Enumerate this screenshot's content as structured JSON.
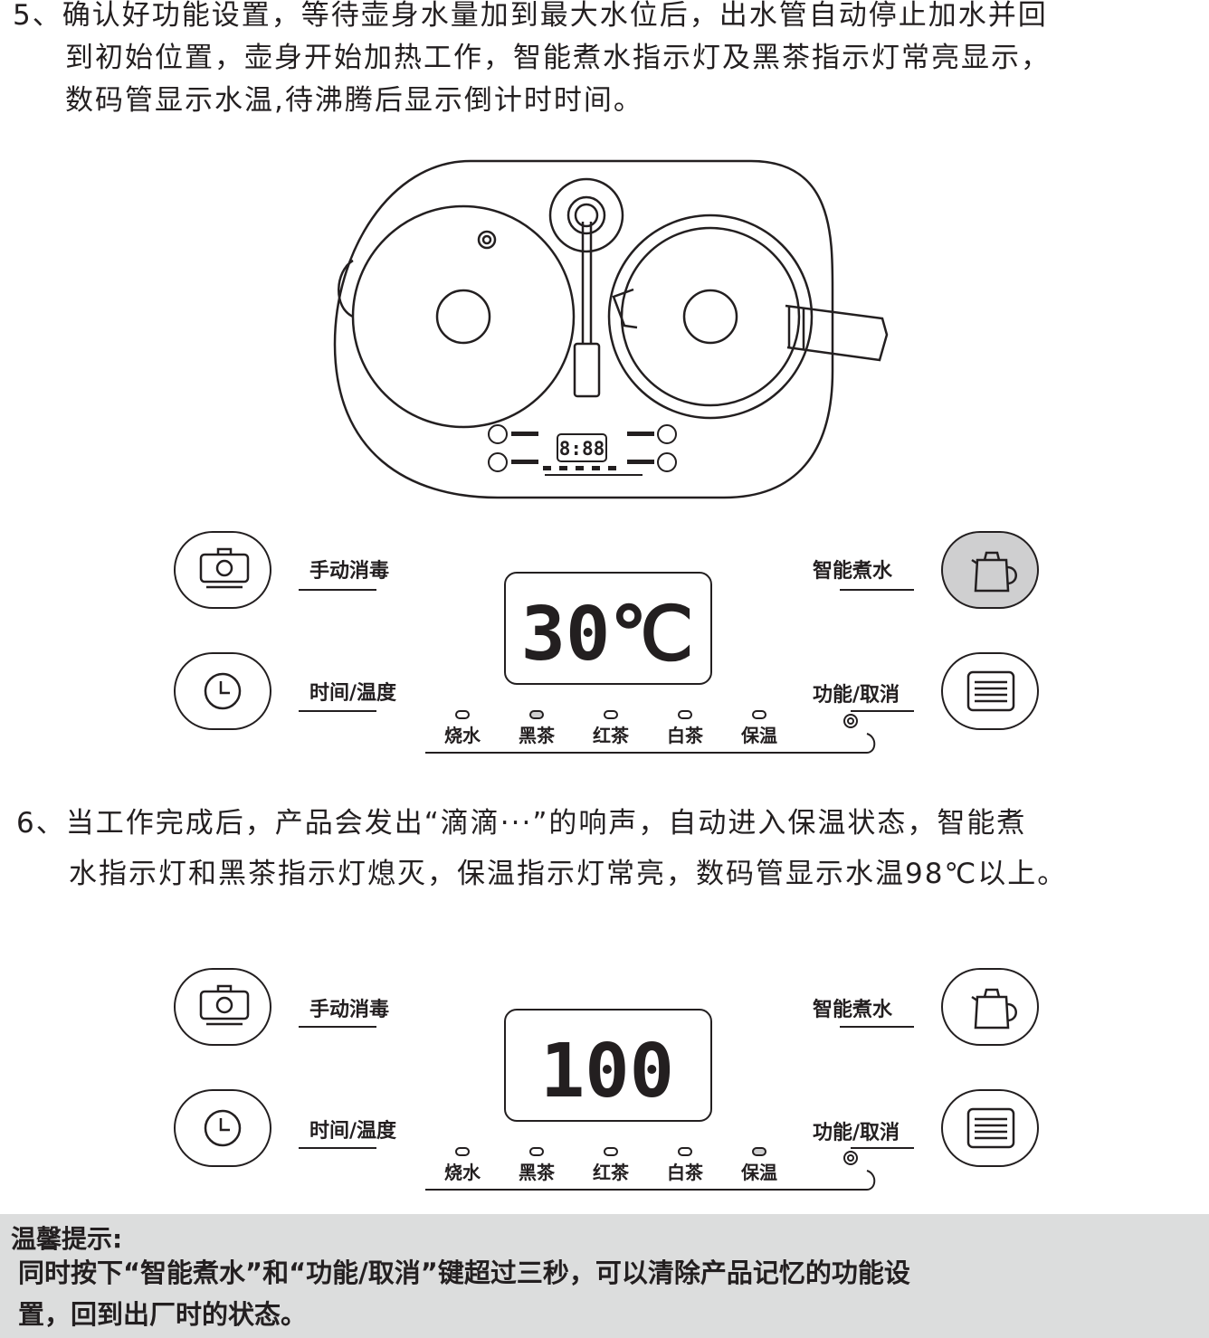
{
  "step5": {
    "lines": [
      "5、确认好功能设置，等待壶身水量加到最大水位后，出水管自动停止加水并回",
      "到初始位置，壶身开始加热工作，智能煮水指示灯及黑茶指示灯常亮显示，",
      "数码管显示水温,待沸腾后显示倒计时时间。"
    ]
  },
  "step6": {
    "lines": [
      "6、当工作完成后，产品会发出“滴滴···”的响声，自动进入保温状态，智能煮",
      "水指示灯和黑茶指示灯熄灭，保温指示灯常亮，数码管显示水温98℃以上。"
    ]
  },
  "device_top": {
    "display_text": "8:88"
  },
  "panel1": {
    "buttons": {
      "disinfect": "手动消毒",
      "time_temp": "时间/温度",
      "smart_boil": "智能煮水",
      "function_cancel": "功能/取消"
    },
    "smart_boil_active": true,
    "display_text": "30℃",
    "leds": [
      {
        "label": "烧水",
        "on": false
      },
      {
        "label": "黑茶",
        "on": true
      },
      {
        "label": "红茶",
        "on": false
      },
      {
        "label": "白茶",
        "on": false
      },
      {
        "label": "保温",
        "on": false
      }
    ]
  },
  "panel2": {
    "buttons": {
      "disinfect": "手动消毒",
      "time_temp": "时间/温度",
      "smart_boil": "智能煮水",
      "function_cancel": "功能/取消"
    },
    "smart_boil_active": false,
    "display_text": "100",
    "leds": [
      {
        "label": "烧水",
        "on": false
      },
      {
        "label": "黑茶",
        "on": false
      },
      {
        "label": "红茶",
        "on": false
      },
      {
        "label": "白茶",
        "on": false
      },
      {
        "label": "保温",
        "on": true
      }
    ]
  },
  "tip": {
    "title": "温馨提示:",
    "lines": [
      "同时按下“智能煮水”和“功能/取消”键超过三秒，可以清除产品记忆的功能设",
      "置，回到出厂时的状态。"
    ]
  },
  "colors": {
    "ink": "#231f20",
    "active_fill": "#cfcfd0",
    "tip_background": "#dcdddd"
  },
  "icons": {
    "disinfect": "pot-disinfect-icon",
    "time_temp": "clock-icon",
    "smart_boil": "kettle-icon",
    "function_cancel": "menu-lines-icon"
  }
}
